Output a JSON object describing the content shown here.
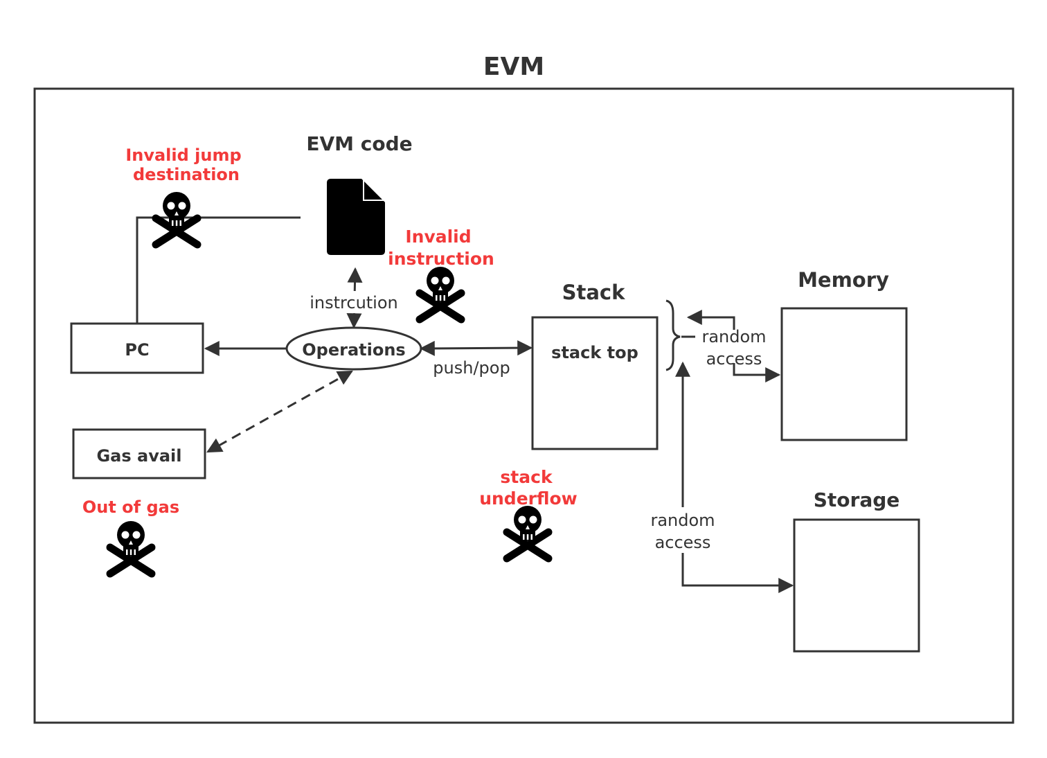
{
  "title": "EVM",
  "code": {
    "label": "EVM code"
  },
  "nodes": {
    "pc": "PC",
    "gas": "Gas avail",
    "operations": "Operations",
    "stack": "Stack",
    "stack_top": "stack top",
    "memory": "Memory",
    "storage": "Storage"
  },
  "edges": {
    "instruction": "instrcution",
    "push_pop": "push/pop",
    "mem_access_1": "random",
    "mem_access_2": "access",
    "storage_access_1": "random",
    "storage_access_2": "access"
  },
  "errors": {
    "jump_1": "Invalid jump",
    "jump_2": "destination",
    "instr_1": "Invalid",
    "instr_2": "instruction",
    "underflow_1": "stack",
    "underflow_2": "underflow",
    "gas": "Out of gas"
  },
  "icons": {
    "skull": "skull-crossbones-icon",
    "document": "document-icon"
  },
  "colors": {
    "stroke": "#333333",
    "error": "#f23a3a"
  }
}
